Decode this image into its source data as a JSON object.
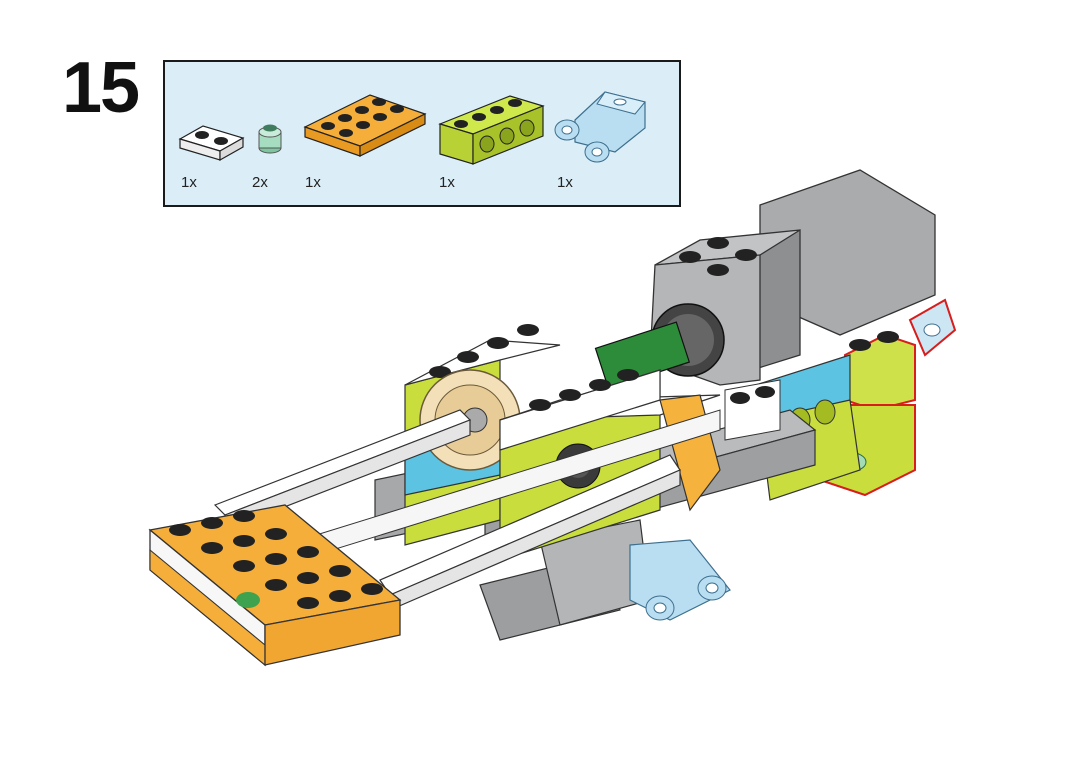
{
  "step": {
    "number": "15"
  },
  "parts": [
    {
      "name": "white-plate-1x2",
      "qty": "1x",
      "color": "#ffffff"
    },
    {
      "name": "transparent-green-round-plate-1x1",
      "qty": "2x",
      "color": "#8fd3b0"
    },
    {
      "name": "orange-plate-2x4",
      "qty": "1x",
      "color": "#f5ae3a"
    },
    {
      "name": "lime-technic-brick-1x4",
      "qty": "1x",
      "color": "#c5e03c"
    },
    {
      "name": "transparent-blue-technic-connector",
      "qty": "1x",
      "color": "#a8d4ef"
    }
  ],
  "colors": {
    "orange": "#f5ae3a",
    "lime": "#c9e23e",
    "white": "#ffffff",
    "gray": "#a3a5a7",
    "dark_gray": "#6c6e70",
    "blue": "#5cc3e3",
    "motor": "#9a9c9e",
    "highlight": "#d81d1d"
  }
}
